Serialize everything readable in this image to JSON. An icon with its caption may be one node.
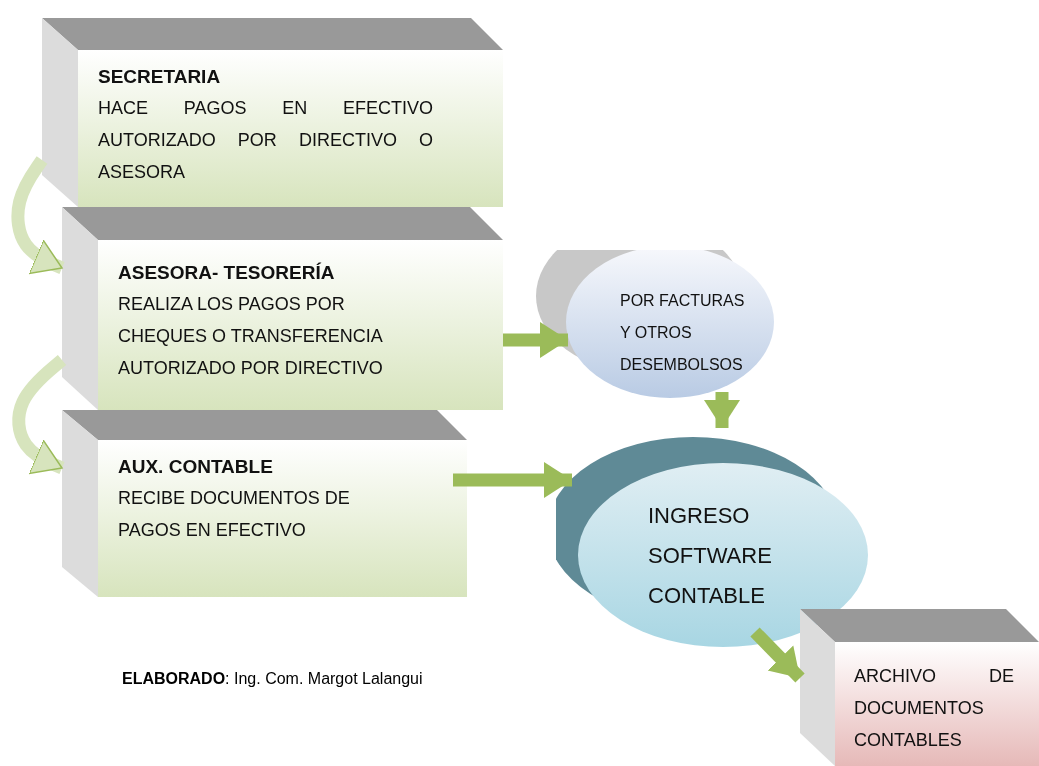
{
  "diagram": {
    "nodes": [
      {
        "text": [
          "SECRETARIA",
          "HACE PAGOS EN EFECTIVO AUTORIZADO POR DIRECTIVO O ASESORA"
        ]
      },
      {
        "text": [
          "ASESORA- TESORERÍA",
          "REALIZA LOS PAGOS POR CHEQUES O TRANSFERENCIA AUTORIZADO POR DIRECTIVO"
        ]
      },
      {
        "text": [
          "AUX. CONTABLE",
          "RECIBE DOCUMENTOS DE PAGOS EN EFECTIVO"
        ]
      },
      {
        "text": [
          "POR FACTURAS Y OTROS DESEMBOLSOS"
        ]
      },
      {
        "text": [
          "INGRESO SOFTWARE CONTABLE"
        ]
      },
      {
        "text": [
          "ARCHIVO DE DOCUMENTOS CONTABLES"
        ]
      }
    ],
    "edges": [
      {
        "from": 0,
        "to": 1,
        "arrow": "to",
        "color": "#d7e4bd"
      },
      {
        "from": 1,
        "to": 2,
        "arrow": "to",
        "color": "#d7e4bd"
      },
      {
        "from": 1,
        "to": 3,
        "arrow": "to"
      },
      {
        "from": 3,
        "to": 4,
        "arrow": "to"
      },
      {
        "from": 2,
        "to": 4,
        "arrow": "to"
      },
      {
        "from": 4,
        "to": 5,
        "arrow": "to"
      }
    ],
    "labels": [
      "**ELABORADO**: Ing. Com. Margot Lalangui"
    ]
  }
}
